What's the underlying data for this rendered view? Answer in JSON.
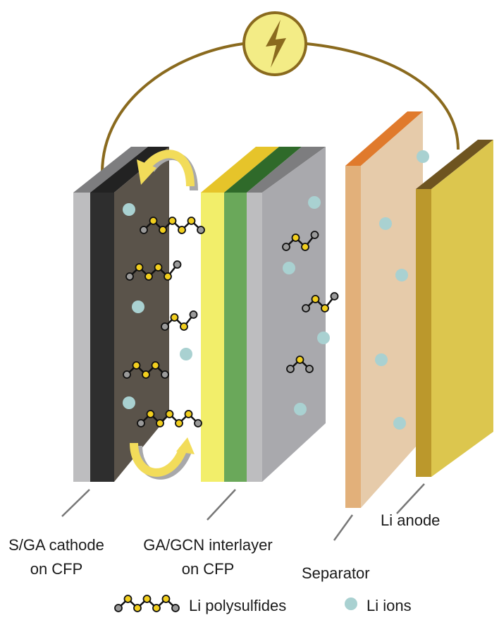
{
  "labels": {
    "cathode_line1": "S/GA cathode",
    "cathode_line2": "on CFP",
    "interlayer_line1": "GA/GCN interlayer",
    "interlayer_line2": "on CFP",
    "separator": "Separator",
    "anode": "Li anode"
  },
  "legend": {
    "polysulfides": "Li polysulfides",
    "ions": "Li ions"
  },
  "icons": {
    "power_source": "lightning-bolt-icon"
  },
  "colors": {
    "wire": "#8a6a1e",
    "source_fill": "#f3ec86",
    "sulfur": "#f2cf1f",
    "lithium_end": "#9a9a9a",
    "li_ion": "#a9d1d1",
    "cathode_black": "#2e2e2e",
    "cathode_side": "#5a534a",
    "interlayer_yellow": "#f2ee6a",
    "interlayer_green": "#6aa85a",
    "separator": "#e2b07a",
    "anode": "#dcc64e"
  }
}
